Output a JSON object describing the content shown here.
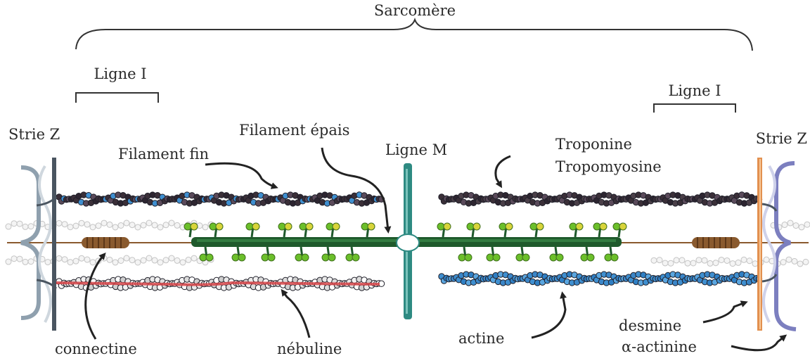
{
  "diagram": {
    "title": "Sarcomère",
    "labels": {
      "ligne_i_left": "Ligne I",
      "ligne_i_right": "Ligne I",
      "strie_z_left": "Strie Z",
      "strie_z_right": "Strie Z",
      "filament_fin": "Filament fin",
      "filament_epais": "Filament épais",
      "ligne_m": "Ligne M",
      "troponine": "Troponine",
      "tropomyosine": "Tropomyosine",
      "connectine": "connectine",
      "nebuline": "nébuline",
      "actine": "actine",
      "desmine": "desmine",
      "alpha_actinine": "α-actinine"
    },
    "colors": {
      "actin_blue": "#3f8fd0",
      "actin_dark": "#3a2f38",
      "myosin_green": "#1f5a2c",
      "myosin_head": "#6bbf2a",
      "myosin_head_top": "#d8d43a",
      "nebulin_red": "#d9474a",
      "titin_brown": "#8a5a2e",
      "m_line_teal": "#2e8a82",
      "z_disk_gray": "#8fa0ae",
      "desmin_orange": "#e2904f",
      "alpha_actinin_purple": "#7c7fbf"
    }
  }
}
